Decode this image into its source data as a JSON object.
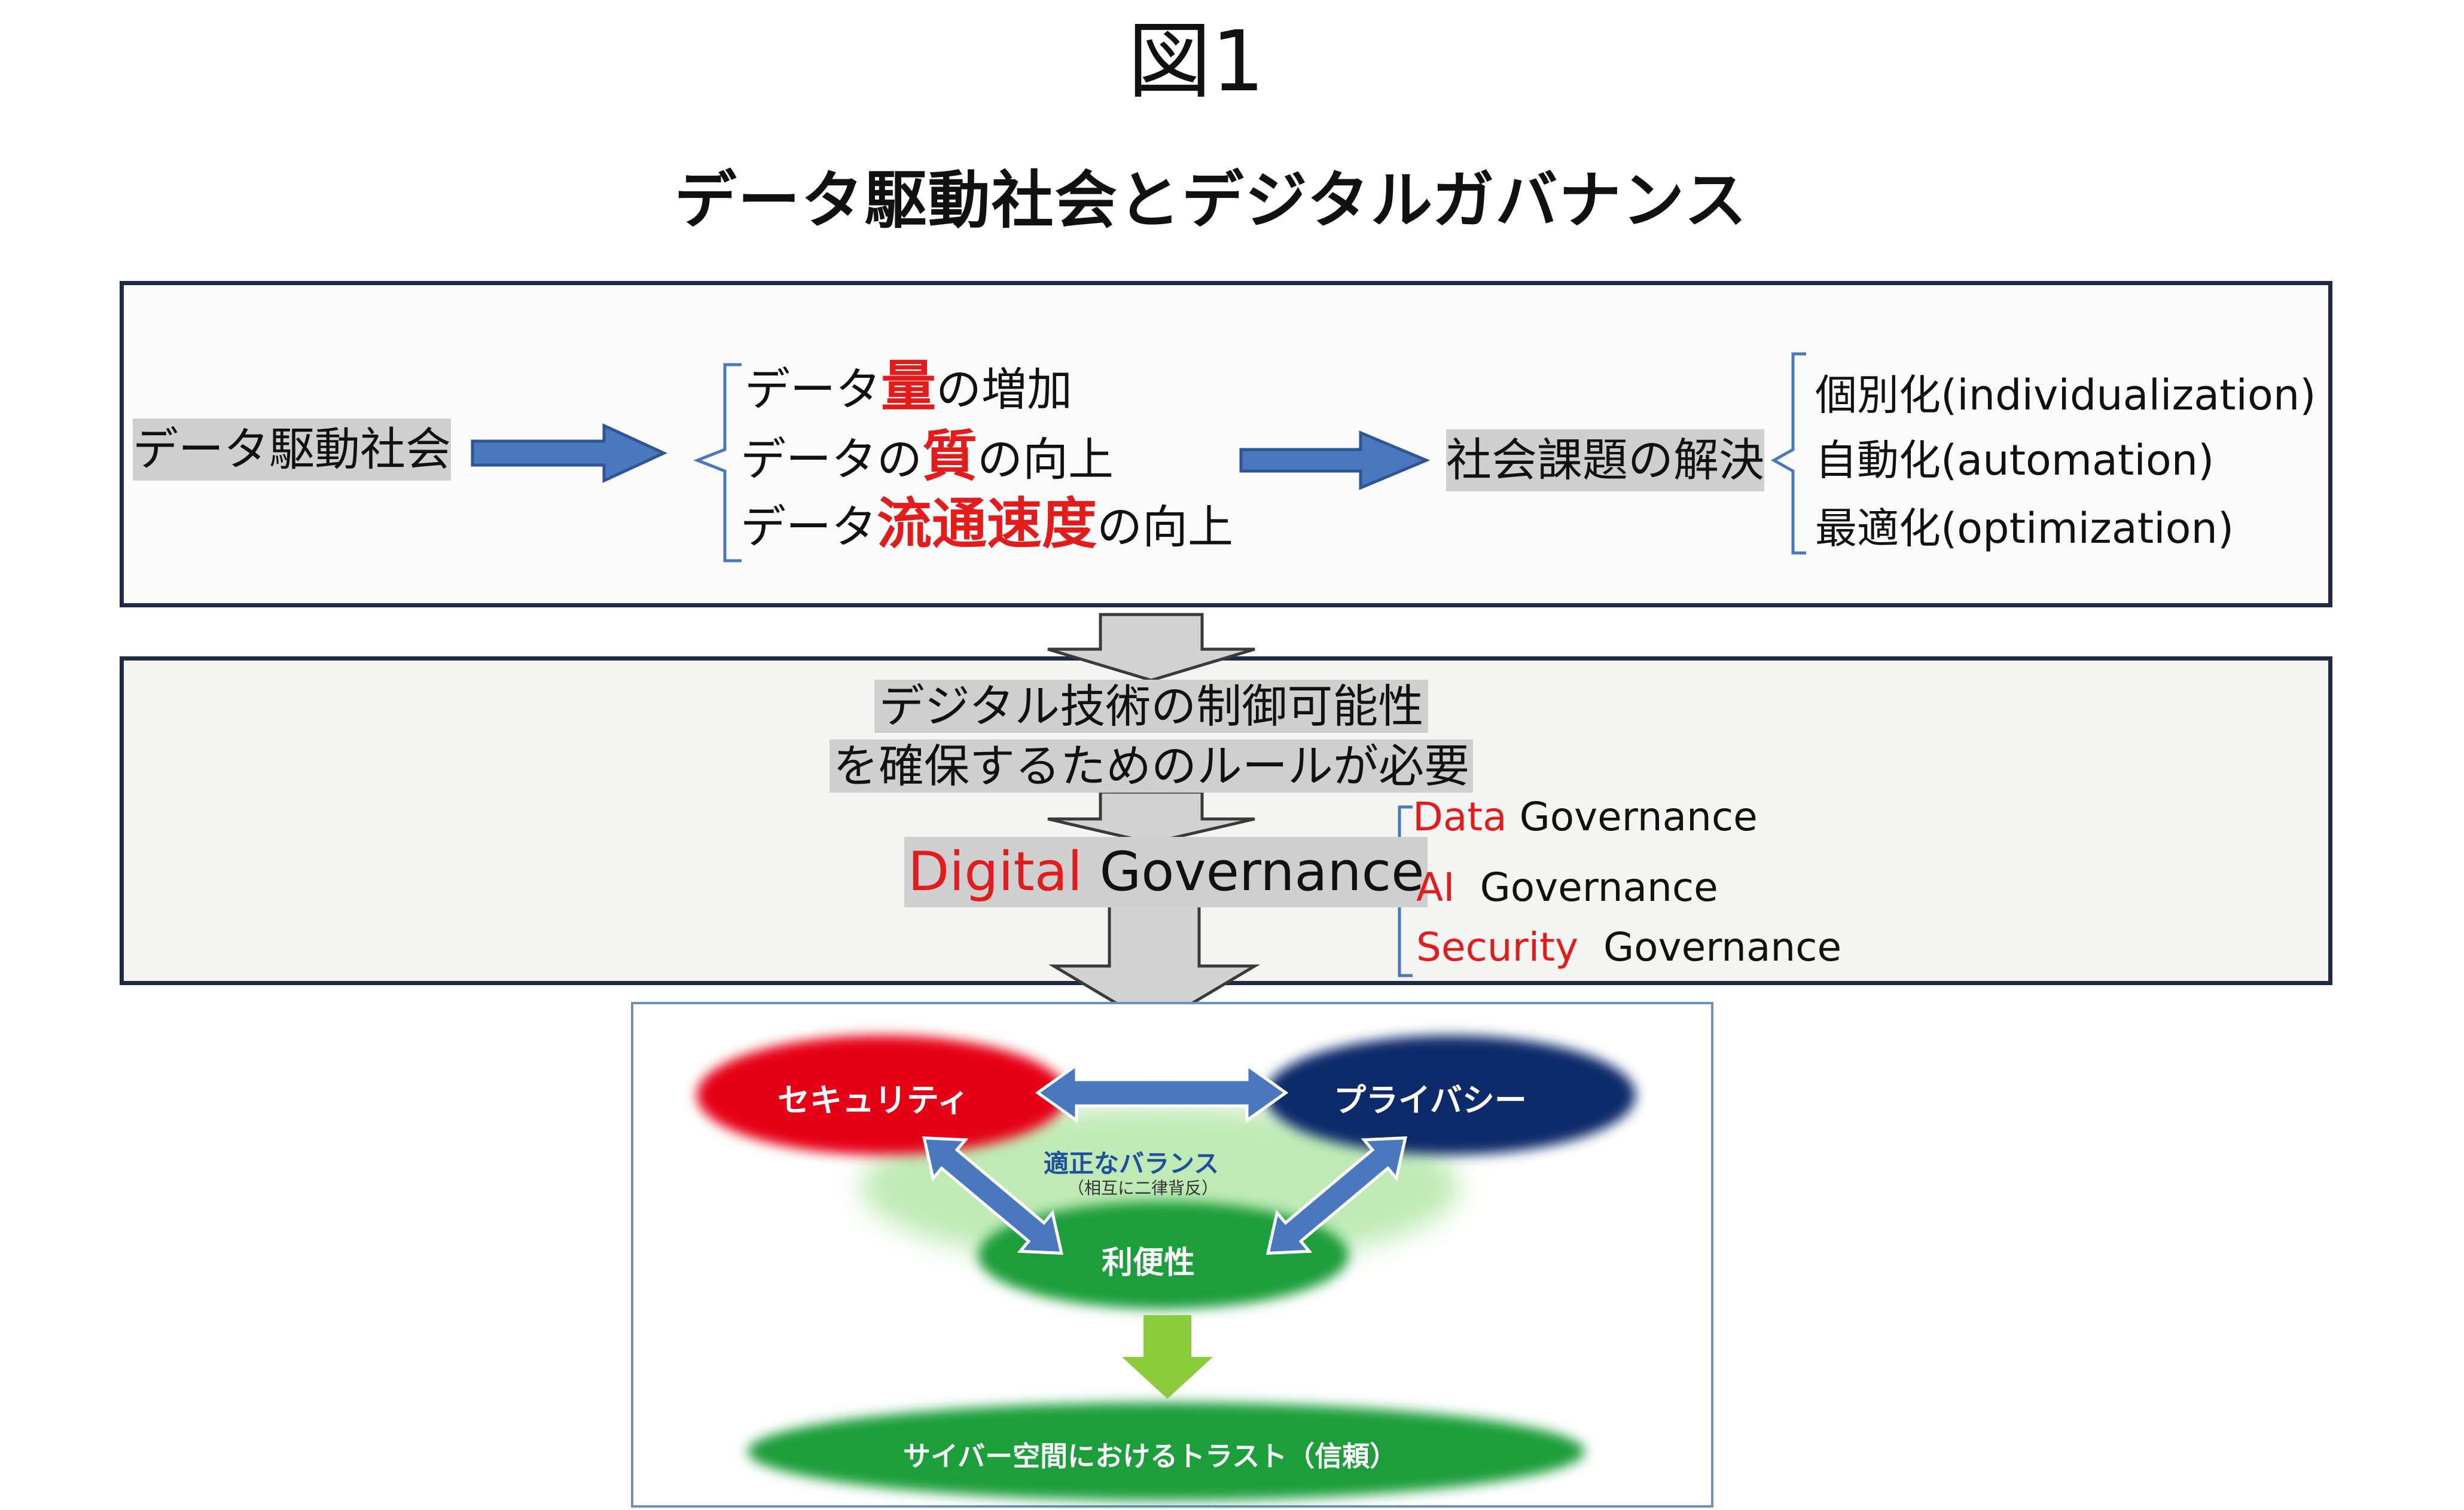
{
  "figure_label": "図1",
  "title": "データ駆動社会とデジタルガバナンス",
  "top_box": {
    "left_label": "データ駆動社会",
    "middle": [
      {
        "pre": "データ",
        "em": "量",
        "post": "の増加"
      },
      {
        "pre": "データの",
        "em": "質",
        "post": "の向上"
      },
      {
        "pre": "データ",
        "em": "流通速度",
        "post": "の向上"
      }
    ],
    "center_label": "社会課題の解決",
    "right": [
      "個別化(individualization)",
      "自動化(automation)",
      "最適化(optimization)"
    ]
  },
  "middle_box": {
    "rule_line1": "デジタル技術の制御可能性",
    "rule_line2": "を確保するためのルールが必要",
    "digital": "Digital",
    "governance": "Governance",
    "branches": [
      {
        "red": "Data",
        "black": "Governance"
      },
      {
        "red": "AI",
        "black": "Governance"
      },
      {
        "red": "Security",
        "black": "Governance"
      }
    ]
  },
  "bottom_box": {
    "security": "セキュリティ",
    "privacy": "プライバシー",
    "balance": "適正なバランス",
    "balance_sub": "（相互に二律背反）",
    "convenience": "利便性",
    "trust": "サイバー空間におけるトラスト（信頼）"
  },
  "colors": {
    "red_accent": "#e41b1b",
    "arrow_blue": "#4a78be",
    "security_red": "#e60012",
    "privacy_navy": "#0d2a6b",
    "green": "#1e9e3a",
    "light_green": "#bfeab5",
    "arrow_green": "#8ccc3c",
    "border_navy": "#1f2a44"
  }
}
